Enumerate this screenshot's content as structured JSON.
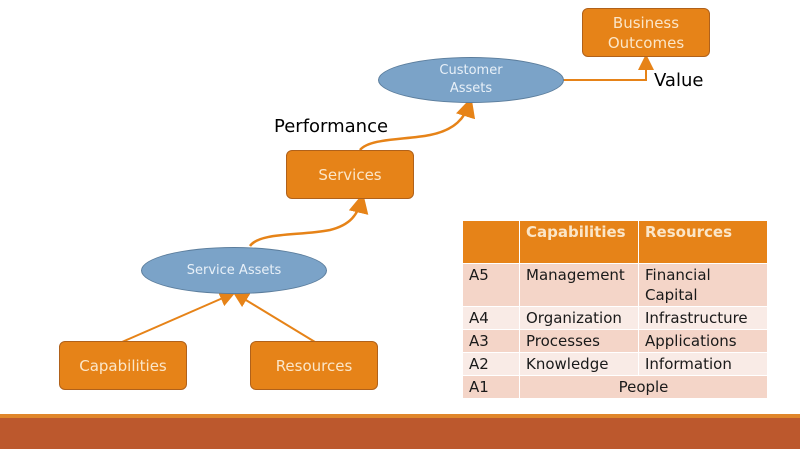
{
  "diagram": {
    "nodes": {
      "business_outcomes": "Business Outcomes",
      "customer_assets": "Customer Assets",
      "services": "Services",
      "service_assets": "Service Assets",
      "capabilities": "Capabilities",
      "resources": "Resources"
    },
    "edge_labels": {
      "value": "Value",
      "performance": "Performance"
    },
    "colors": {
      "box_fill": "#e68318",
      "ellipse_fill": "#7ba3c8",
      "arrow": "#e68318",
      "footer": "#bc582d"
    }
  },
  "table": {
    "headers": [
      "",
      "Capabilities",
      "Resources"
    ],
    "rows": [
      {
        "id": "A5",
        "capability": "Management",
        "resource": "Financial Capital"
      },
      {
        "id": "A4",
        "capability": "Organization",
        "resource": "Infrastructure"
      },
      {
        "id": "A3",
        "capability": "Processes",
        "resource": "Applications"
      },
      {
        "id": "A2",
        "capability": "Knowledge",
        "resource": "Information"
      },
      {
        "id": "A1",
        "merged": "People"
      }
    ]
  }
}
